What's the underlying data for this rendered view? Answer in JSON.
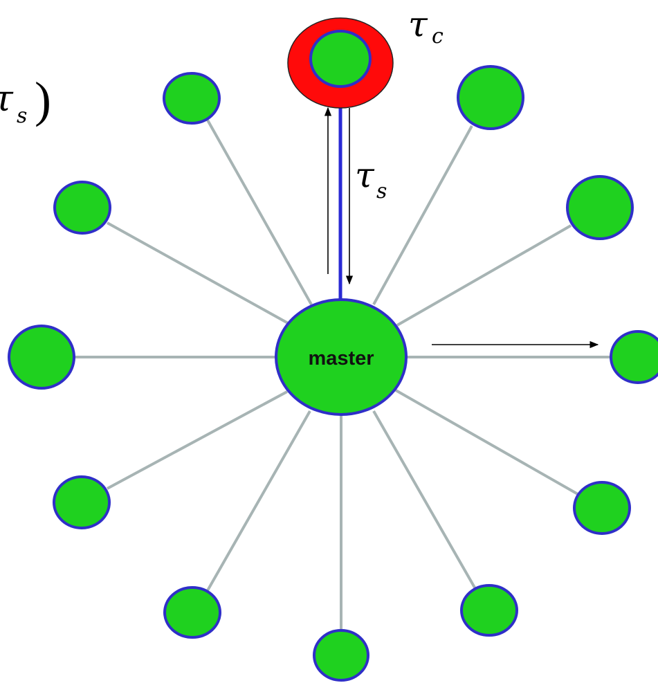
{
  "master": {
    "label": "master"
  },
  "symbols": {
    "tau": "τ",
    "sub_c": "c",
    "sub_s": "s",
    "close_paren": ")"
  },
  "colors": {
    "node_fill": "#1fd11f",
    "node_stroke": "#2f2fc8",
    "spoke": "#a7b4b4",
    "active_link": "#2a2ad4",
    "compute_ring": "#ff0a0a"
  }
}
